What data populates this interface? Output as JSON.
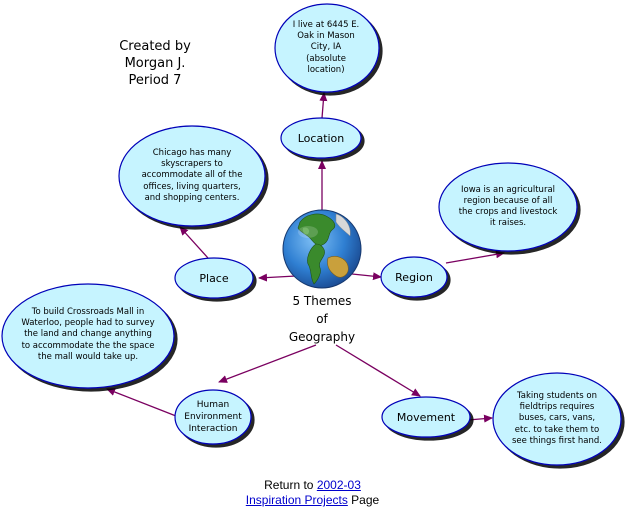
{
  "credit": {
    "line1": "Created by",
    "line2": "Morgan J.",
    "line3": "Period 7"
  },
  "center": {
    "line1": "5 Themes",
    "line2": "of",
    "line3": "Geography",
    "icon": "globe-icon"
  },
  "nodes": {
    "location": "Location",
    "place": "Place",
    "region": "Region",
    "human": {
      "line1": "Human",
      "line2": "Environment",
      "line3": "Interaction"
    },
    "movement": "Movement"
  },
  "bubbles": {
    "location": "I live at 6445 E. Oak in Mason City, IA (absolute location)",
    "place": "Chicago has many skyscrapers to accommodate all of the offices, living quarters, and shopping centers.",
    "region": "Iowa is an agricultural region because of all the crops and livestock it raises.",
    "human": "To build Crossroads Mall in Waterloo, people had to survey the land and change anything to accommodate the the space the mall would take up.",
    "movement": "Taking students on fieldtrips requires buses, cars, vans, etc. to take them to see things first hand."
  },
  "footer": {
    "prefix": "Return to ",
    "link1": "2002-03",
    "link2": "Inspiration Projects",
    "suffix": " Page"
  },
  "colors": {
    "bubble_fill": "#c6f4ff",
    "bubble_stroke": "#0000b8",
    "link": "#7a0060",
    "ocean": "#2f7fd2",
    "land": "#3a8a2c"
  }
}
